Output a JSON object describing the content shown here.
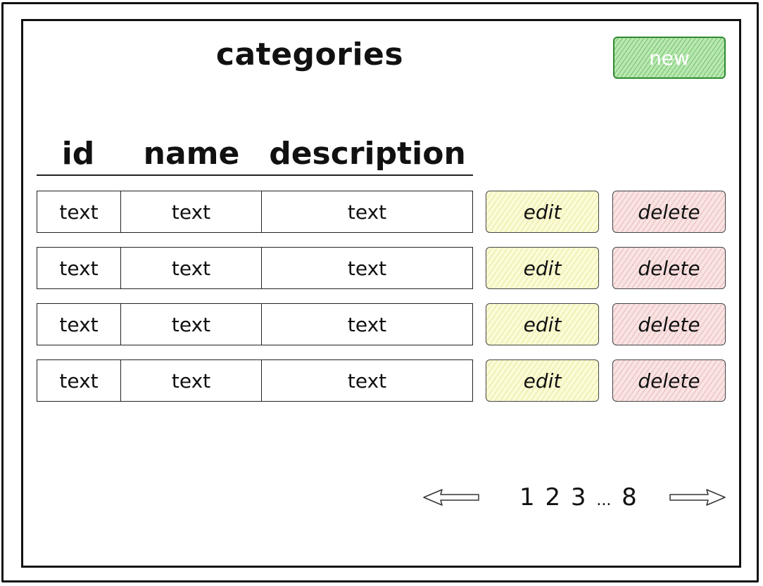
{
  "page": {
    "title": "categories",
    "new_button_label": "new"
  },
  "table": {
    "columns": [
      "id",
      "name",
      "description"
    ],
    "rows": [
      {
        "id": "text",
        "name": "text",
        "description": "text",
        "edit_label": "edit",
        "delete_label": "delete"
      },
      {
        "id": "text",
        "name": "text",
        "description": "text",
        "edit_label": "edit",
        "delete_label": "delete"
      },
      {
        "id": "text",
        "name": "text",
        "description": "text",
        "edit_label": "edit",
        "delete_label": "delete"
      },
      {
        "id": "text",
        "name": "text",
        "description": "text",
        "edit_label": "edit",
        "delete_label": "delete"
      }
    ]
  },
  "pagination": {
    "pages": [
      "1",
      "2",
      "3",
      "...",
      "8"
    ],
    "prev_icon": "arrow-left-icon",
    "next_icon": "arrow-right-icon"
  },
  "colors": {
    "new_button": "#b8e8b0",
    "edit_button": "#fbfbd6",
    "delete_button": "#f9e3e3"
  }
}
